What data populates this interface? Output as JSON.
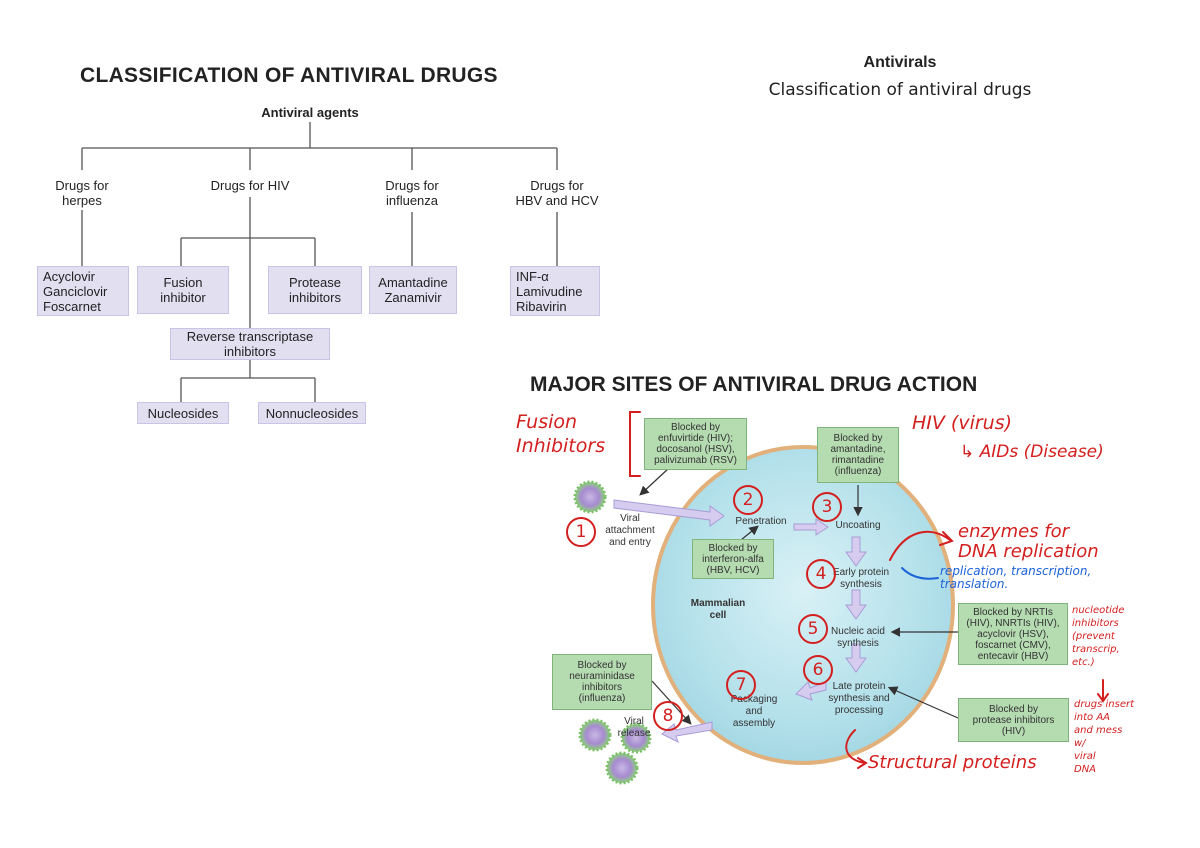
{
  "header": {
    "title": "Antivirals",
    "subtitle": "Classification of antiviral drugs"
  },
  "classification": {
    "title": "CLASSIFICATION OF ANTIVIRAL DRUGS",
    "root": "Antiviral agents",
    "categories": [
      "Drugs for\nherpes",
      "Drugs for HIV",
      "Drugs for\ninfluenza",
      "Drugs for\nHBV and HCV"
    ],
    "herpes_drugs": "Acyclovir\nGanciclovir\nFoscarnet",
    "fusion": "Fusion\ninhibitor",
    "protease": "Protease\ninhibitors",
    "influenza_drugs": "Amantadine\nZanamivir",
    "hbv_drugs": "INF-α\nLamivudine\nRibavirin",
    "rti": "Reverse transcriptase\ninhibitors",
    "nucleosides": "Nucleosides",
    "nonnucleosides": "Nonnucleosides"
  },
  "sites": {
    "title": "MAJOR SITES OF ANTIVIRAL DRUG ACTION",
    "cell_label": "Mammalian\ncell",
    "steps": {
      "attachment": "Viral\nattachment\nand entry",
      "penetration": "Penetration",
      "uncoating": "Uncoating",
      "early": "Early protein\nsynthesis",
      "nucleic": "Nucleic acid\nsynthesis",
      "late": "Late protein\nsynthesis and\nprocessing",
      "packaging": "Packaging\nand\nassembly",
      "release": "Viral\nrelease"
    },
    "blocks": {
      "fusion": "Blocked by\nenfuvirtide (HIV);\ndocosanol (HSV),\npalivizumab (RSV)",
      "amantadine": "Blocked by\namantadine,\nrimantadine\n(influenza)",
      "interferon": "Blocked by\ninterferon-alfa\n(HBV, HCV)",
      "nrti": "Blocked by NRTIs\n(HIV), NNRTIs (HIV),\nacyclovir (HSV),\nfoscarnet (CMV),\nentecavir (HBV)",
      "neuraminidase": "Blocked by\nneuraminidase\ninhibitors\n(influenza)",
      "protease": "Blocked by\nprotease inhibitors\n(HIV)"
    }
  },
  "annotations": {
    "fusion_inhibitors": "Fusion\nInhibitors",
    "hiv_virus": "HIV (virus)",
    "aids": "↳ AIDs (Disease)",
    "enzymes": "enzymes for\nDNA replication",
    "replication": "replication, transcription,\ntranslation.",
    "nucleotide": "nucleotide\ninhibitors\n(prevent\ntranscrip,\netc.)",
    "drugs_insert": "drugs insert\ninto AA\nand mess\nw/\nviral\nDNA",
    "structural": "Structural proteins",
    "step_numbers": [
      "1",
      "2",
      "3",
      "4",
      "5",
      "6",
      "7",
      "8"
    ]
  }
}
